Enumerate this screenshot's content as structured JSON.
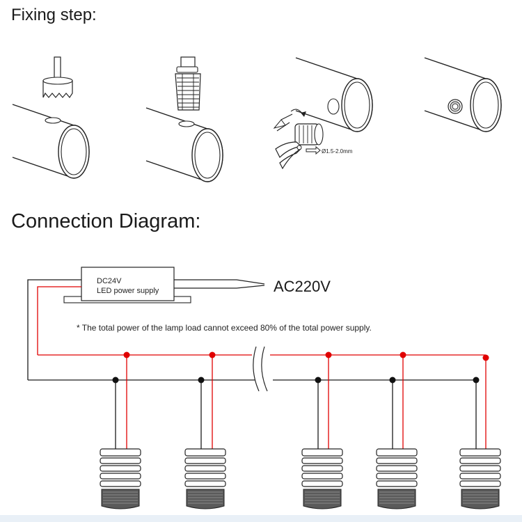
{
  "headings": {
    "fixing_step": "Fixing step:",
    "connection_diagram": "Connection Diagram:"
  },
  "fixing": {
    "drill_note": "Ø1.5-2.0mm"
  },
  "power_supply": {
    "line1": "DC24V",
    "line2": "LED power supply"
  },
  "input_label": "AC220V",
  "note": "* The total power of the lamp load cannot exceed 80% of the total power supply.",
  "colors": {
    "positive_wire": "#e00000",
    "negative_wire": "#1a1a1a",
    "line": "#2a2a2a"
  },
  "icons": [
    "hole-saw-icon",
    "pipe-icon",
    "lamp-insert-icon",
    "pliers-icon",
    "installed-lamp-icon",
    "lamp-icon",
    "line-break-icon"
  ]
}
